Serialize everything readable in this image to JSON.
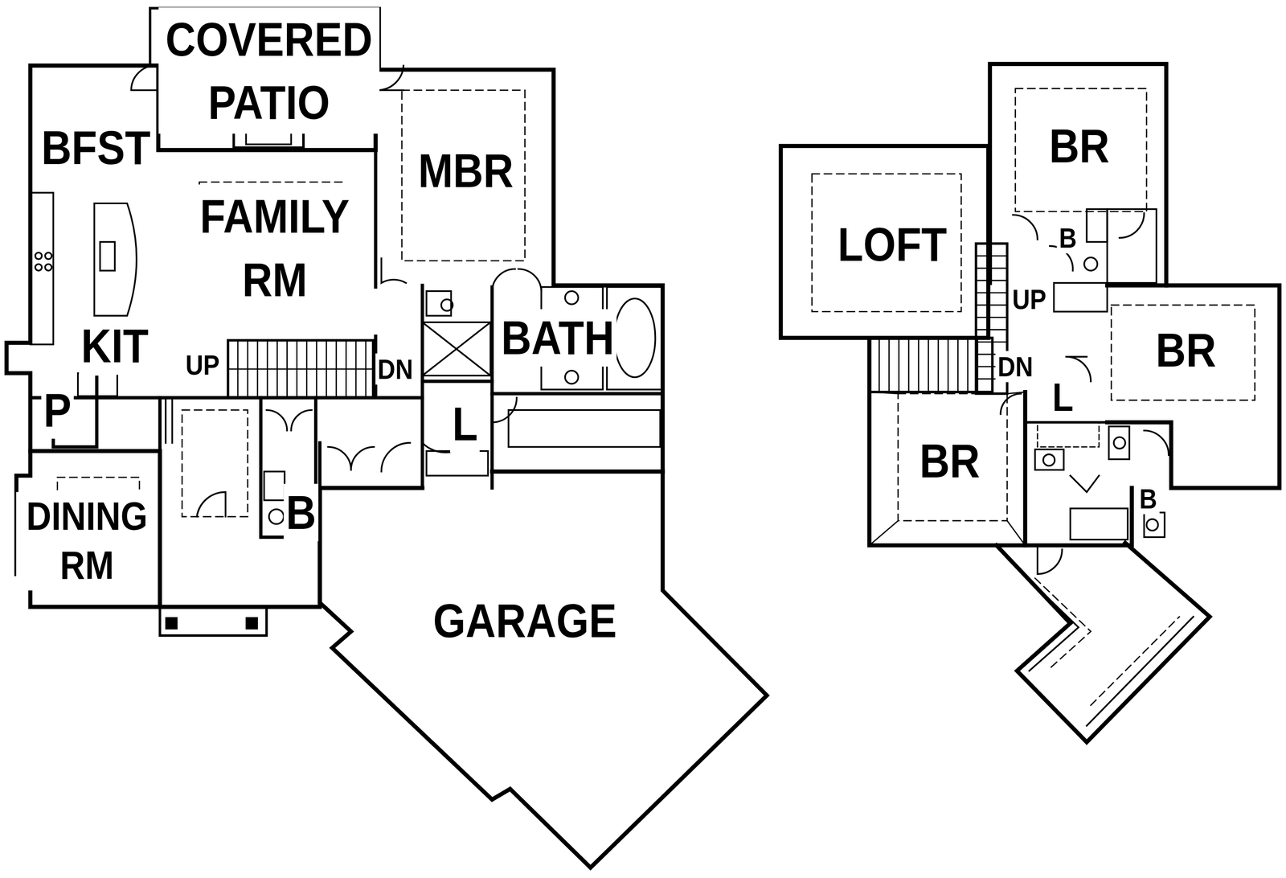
{
  "diagram": {
    "labels": [
      "COVERED PATIO",
      "BFST",
      "MBR",
      "FAMILY RM",
      "KIT",
      "UP",
      "DN",
      "BATH",
      "P",
      "L",
      "DINING RM",
      "B",
      "GARAGE",
      "BR",
      "LOFT",
      "B",
      "UP",
      "BR",
      "DN",
      "L",
      "BR",
      "B"
    ]
  }
}
